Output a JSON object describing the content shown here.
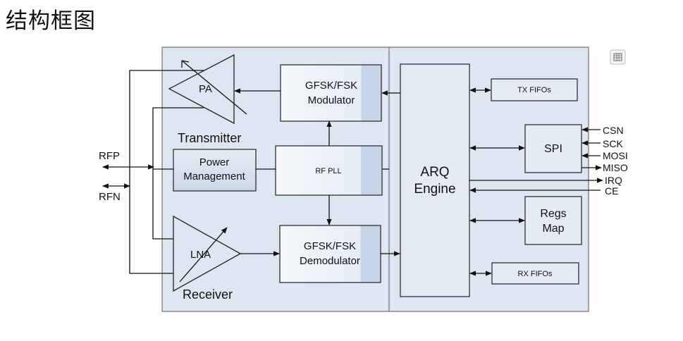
{
  "title": "结构框图",
  "blocks": {
    "pa": "PA",
    "transmitter": "Transmitter",
    "power_line1": "Power",
    "power_line2": "Management",
    "rf_pll": "RF PLL",
    "lna": "LNA",
    "receiver": "Receiver",
    "modulator_line1": "GFSK/FSK",
    "modulator_line2": "Modulator",
    "demodulator_line1": "GFSK/FSK",
    "demodulator_line2": "Demodulator",
    "arq_line1": "ARQ",
    "arq_line2": "Engine",
    "tx_fifos": "TX FIFOs",
    "spi": "SPI",
    "regs_line1": "Regs",
    "regs_line2": "Map",
    "rx_fifos": "RX FIFOs"
  },
  "pins": {
    "rfp": "RFP",
    "rfn": "RFN",
    "csn": "CSN",
    "sck": "SCK",
    "mosi": "MOSI",
    "miso": "MISO",
    "irq": "IRQ",
    "ce": "CE"
  },
  "icons": {
    "expand": "expand-icon"
  },
  "colors": {
    "panel": "#dde6f1",
    "block": "#e3eaf3",
    "block_shade": "#c3d1e6",
    "line": "#111111"
  }
}
